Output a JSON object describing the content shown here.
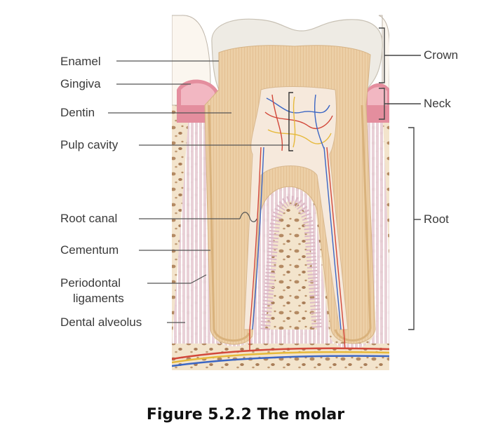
{
  "figure": {
    "caption": "Figure 5.2.2 The molar",
    "labels": {
      "enamel": "Enamel",
      "gingiva": "Gingiva",
      "dentin": "Dentin",
      "pulp_cavity": "Pulp cavity",
      "root_canal": "Root canal",
      "cementum": "Cementum",
      "periodontal_line1": "Periodontal",
      "periodontal_line2": "ligaments",
      "dental_alveolus": "Dental alveolus",
      "crown": "Crown",
      "neck": "Neck",
      "root": "Root"
    }
  }
}
